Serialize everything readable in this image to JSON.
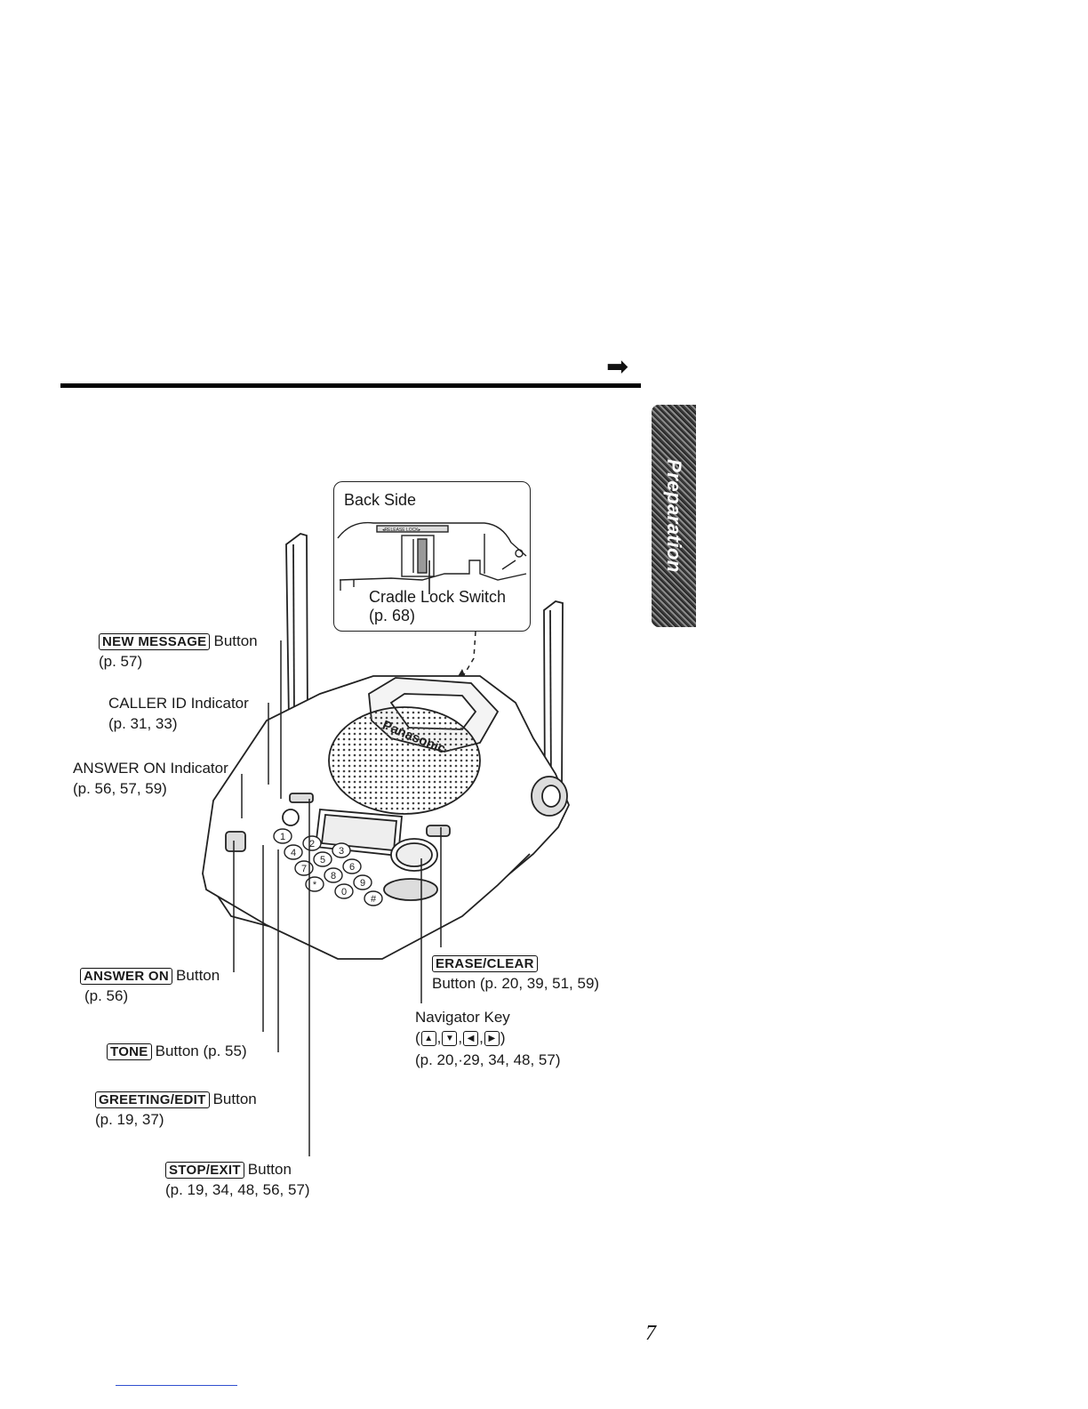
{
  "section_tab": "Preparation",
  "page_number": "7",
  "back_side": {
    "title": "Back Side",
    "release_lock_label": "◂RELEASE LOCK▸",
    "switch_label": "Cradle Lock Switch",
    "switch_page": "(p. 68)"
  },
  "brand_logo": "Panasonic",
  "callouts": {
    "new_message": {
      "key": "NEW MESSAGE",
      "text": "Button",
      "pages": "(p. 57)"
    },
    "caller_id": {
      "text": "CALLER ID Indicator",
      "pages": "(p. 31, 33)"
    },
    "answer_on_indicator": {
      "text": "ANSWER ON Indicator",
      "pages": "(p. 56, 57, 59)"
    },
    "answer_on_button": {
      "key": "ANSWER ON",
      "text": "Button",
      "pages": "(p. 56)"
    },
    "tone": {
      "key": "TONE",
      "text": "Button (p. 55)"
    },
    "greeting_edit": {
      "key": "GREETING/EDIT",
      "text": "Button",
      "pages": "(p. 19, 37)"
    },
    "stop_exit": {
      "key": "STOP/EXIT",
      "text": "Button",
      "pages": "(p. 19, 34, 48, 56, 57)"
    },
    "erase_clear": {
      "key": "ERASE/CLEAR",
      "text": "Button (p. 20, 39, 51, 59)"
    },
    "navigator": {
      "text": "Navigator Key",
      "open": "(",
      "sep": ",",
      "close": ")",
      "pages": "(p. 20,·29, 34, 48, 57)"
    }
  },
  "keypad": [
    "1",
    "2",
    "3",
    "4",
    "5",
    "6",
    "7",
    "8",
    "9",
    "*",
    "0",
    "#"
  ]
}
